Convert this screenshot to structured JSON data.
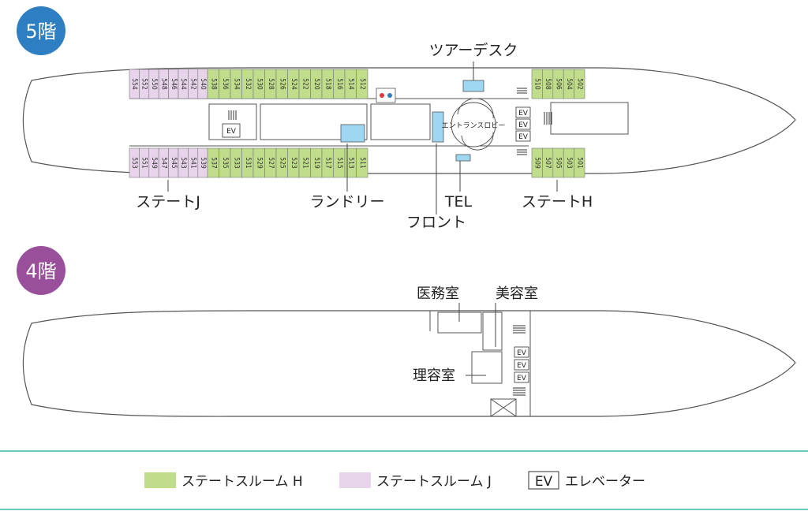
{
  "colors": {
    "room_h": "#bfdd8a",
    "room_j": "#e7d3ea",
    "floor5_badge": "#2d7fc1",
    "floor4_badge": "#9a4f9b",
    "divider": "#3fb8a8",
    "water": "#9fd7f2"
  },
  "floor5": {
    "badge": "5階",
    "labels": {
      "tour_desk": "ツアーデスク",
      "state_j": "ステートJ",
      "laundry": "ランドリー",
      "tel": "TEL",
      "front": "フロント",
      "state_h": "ステートH",
      "lobby": "エントランスロビー"
    },
    "rooms_h_top": [
      "538",
      "536",
      "534",
      "532",
      "530",
      "528",
      "526",
      "524",
      "522",
      "520",
      "518",
      "516",
      "514",
      "512"
    ],
    "rooms_h_bottom": [
      "537",
      "535",
      "533",
      "531",
      "529",
      "527",
      "525",
      "523",
      "521",
      "519",
      "517",
      "515",
      "513",
      "511"
    ],
    "rooms_j_top": [
      "554",
      "552",
      "550",
      "548",
      "546",
      "544",
      "542",
      "540"
    ],
    "rooms_j_bottom": [
      "553",
      "551",
      "549",
      "547",
      "545",
      "543",
      "541",
      "539"
    ],
    "rooms_h_fwd_top": [
      "510",
      "508",
      "506",
      "504",
      "502"
    ],
    "rooms_h_fwd_bottom": [
      "509",
      "507",
      "505",
      "503",
      "501"
    ],
    "ev_label": "EV"
  },
  "floor4": {
    "badge": "4階",
    "labels": {
      "medical": "医務室",
      "beauty": "美容室",
      "barber": "理容室"
    },
    "ev_label": "EV"
  },
  "legend": {
    "room_h": "ステートスルーム H",
    "room_j": "ステートスルーム J",
    "ev_box": "EV",
    "ev_text": "エレベーター"
  }
}
